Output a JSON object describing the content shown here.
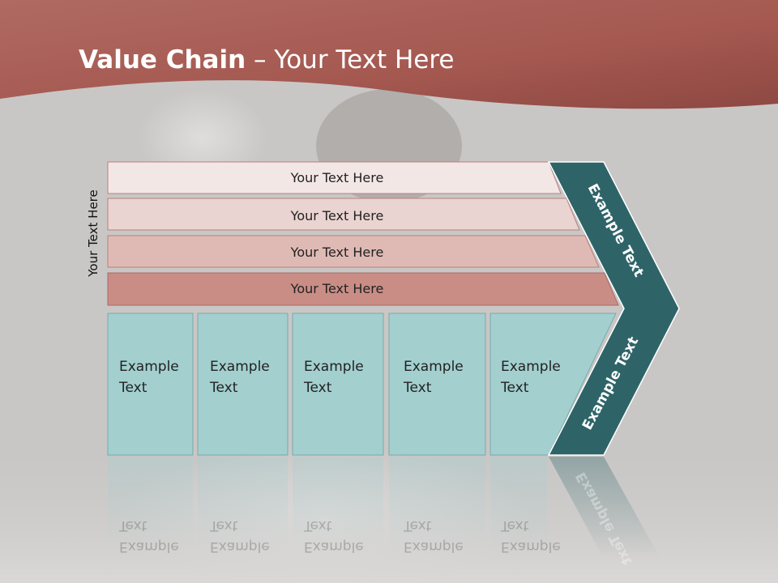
{
  "title": {
    "bold": "Value Chain",
    "rest": " – Your Text Here"
  },
  "side_label": "Your Text Here",
  "support_rows": [
    {
      "label": "Your Text Here",
      "fill": "#f3e7e5"
    },
    {
      "label": "Your Text Here",
      "fill": "#ead4d1"
    },
    {
      "label": "Your Text Here",
      "fill": "#dfbab4"
    },
    {
      "label": "Your Text Here",
      "fill": "#c98d85"
    }
  ],
  "primary_cells": [
    {
      "line1": "Example",
      "line2": "Text"
    },
    {
      "line1": "Example",
      "line2": "Text"
    },
    {
      "line1": "Example",
      "line2": "Text"
    },
    {
      "line1": "Example",
      "line2": "Text"
    },
    {
      "line1": "Example",
      "line2": "Text"
    }
  ],
  "chevron_top": "Example Text",
  "chevron_bottom": "Example Text",
  "colors": {
    "header": "#a85a52",
    "teal_dark": "#2e6468",
    "teal_light": "#a3cfcf",
    "background": "#c9c7c6"
  }
}
